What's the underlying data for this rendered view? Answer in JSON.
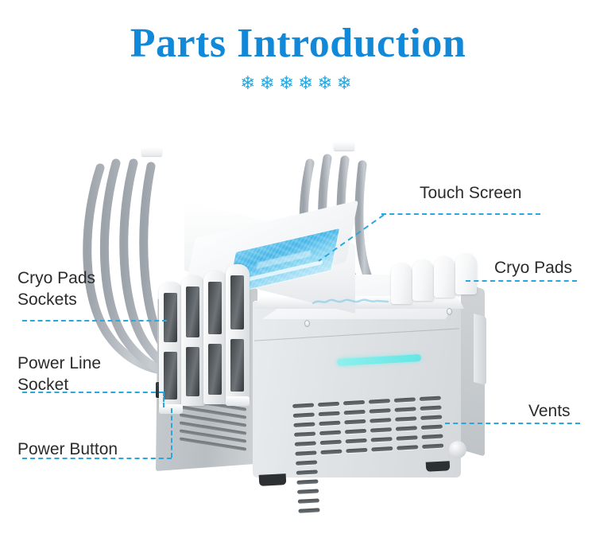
{
  "header": {
    "title": "Parts Introduction",
    "snowflakes": "❄❄❄❄❄❄",
    "snowflake_count": 6,
    "title_color": "#1289d8",
    "accent_color": "#29a8e0"
  },
  "callouts": [
    {
      "id": "cryo-pads-sockets",
      "label": "Cryo Pads\nSockets",
      "side": "left"
    },
    {
      "id": "power-line-socket",
      "label": "Power Line\nSocket",
      "side": "left"
    },
    {
      "id": "power-button",
      "label": "Power Button",
      "side": "left"
    },
    {
      "id": "touch-screen",
      "label": "Touch Screen",
      "side": "right"
    },
    {
      "id": "cryo-pads",
      "label": "Cryo Pads",
      "side": "right"
    },
    {
      "id": "vents",
      "label": "Vents",
      "side": "right"
    }
  ],
  "device": {
    "name": "cryolipolysis-machine",
    "body_color": "#dfe3e6",
    "screen_color": "#46b6e8",
    "led_color": "#7fe8e8",
    "power_switch_color": "#3fbf1b",
    "hose_color": "#b3b8be",
    "cryo_pad_count": 4,
    "holder_rail_count": 4,
    "vent_columns": 7,
    "vent_rows": 6,
    "hose_count_left": 4,
    "hose_count_right": 4
  }
}
